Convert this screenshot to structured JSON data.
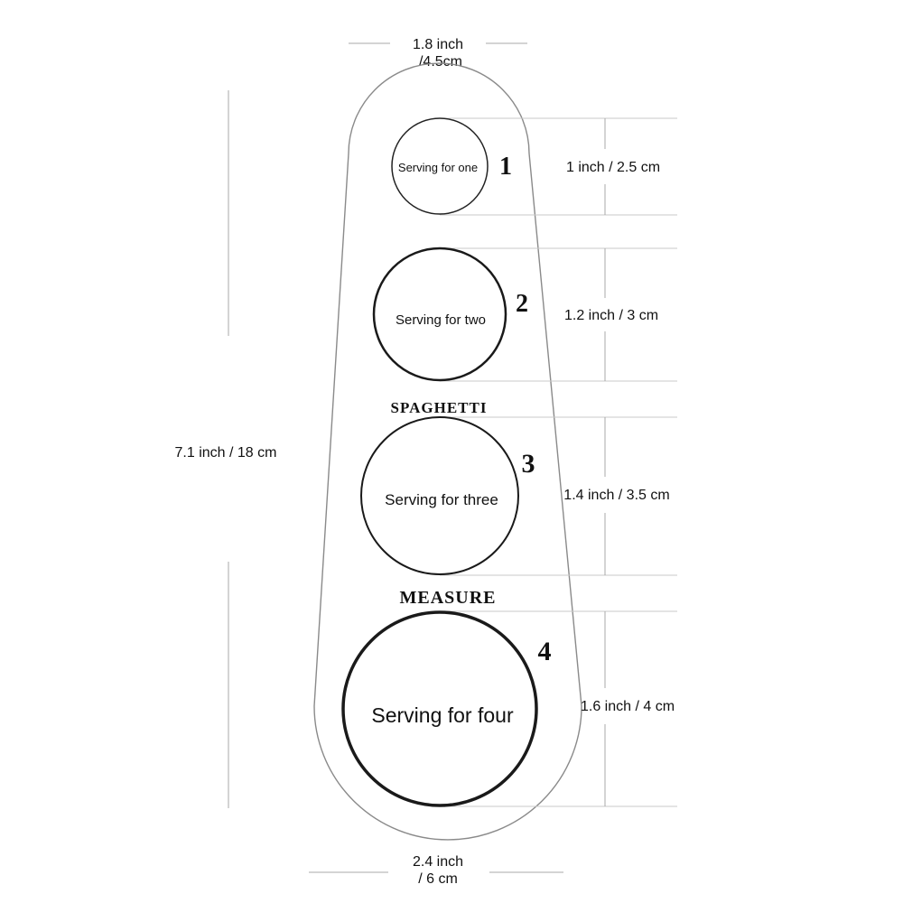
{
  "top_width": {
    "line1": "1.8  inch",
    "line2": "/4.5cm"
  },
  "bottom_width": {
    "line1": "2.4  inch",
    "line2": "/ 6 cm"
  },
  "total_length": "7.1 inch / 18 cm",
  "title_word_1": "SPAGHETTI",
  "title_word_2": "MEASURE",
  "holes": [
    {
      "number": "1",
      "label": "Serving for one",
      "dimension": "1 inch / 2.5 cm"
    },
    {
      "number": "2",
      "label": "Serving for two",
      "dimension": "1.2 inch / 3 cm"
    },
    {
      "number": "3",
      "label": "Serving for three",
      "dimension": "1.4 inch / 3.5 cm"
    },
    {
      "number": "4",
      "label": "Serving for four",
      "dimension": "1.6 inch / 4 cm"
    }
  ]
}
